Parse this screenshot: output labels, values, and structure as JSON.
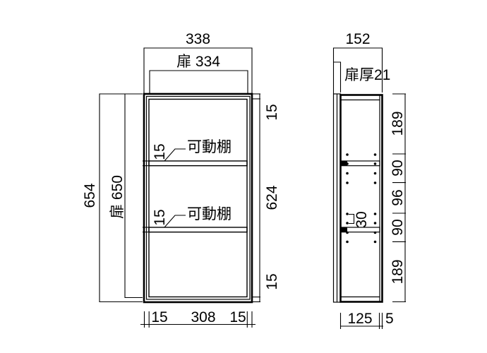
{
  "drawing": {
    "type": "furniture-dimension-diagram",
    "colors": {
      "line": "#000000",
      "background": "#ffffff"
    },
    "front_view": {
      "overall_width": "338",
      "door_width": "扉 334",
      "overall_height": "654",
      "door_height": "扉 650",
      "shelf_note_1": "可動棚",
      "shelf_note_2": "可動棚",
      "shelf_thickness_1": "15",
      "shelf_thickness_2": "15",
      "right_dims": [
        "15",
        "624",
        "15"
      ],
      "bottom_dims": [
        "15",
        "308",
        "15"
      ]
    },
    "side_view": {
      "overall_depth": "152",
      "door_thickness": "扉厚21",
      "right_dims": [
        "189",
        "90",
        "96",
        "90",
        "189"
      ],
      "hole_pitch": "30",
      "bottom_dims": [
        "125",
        "5"
      ]
    }
  }
}
